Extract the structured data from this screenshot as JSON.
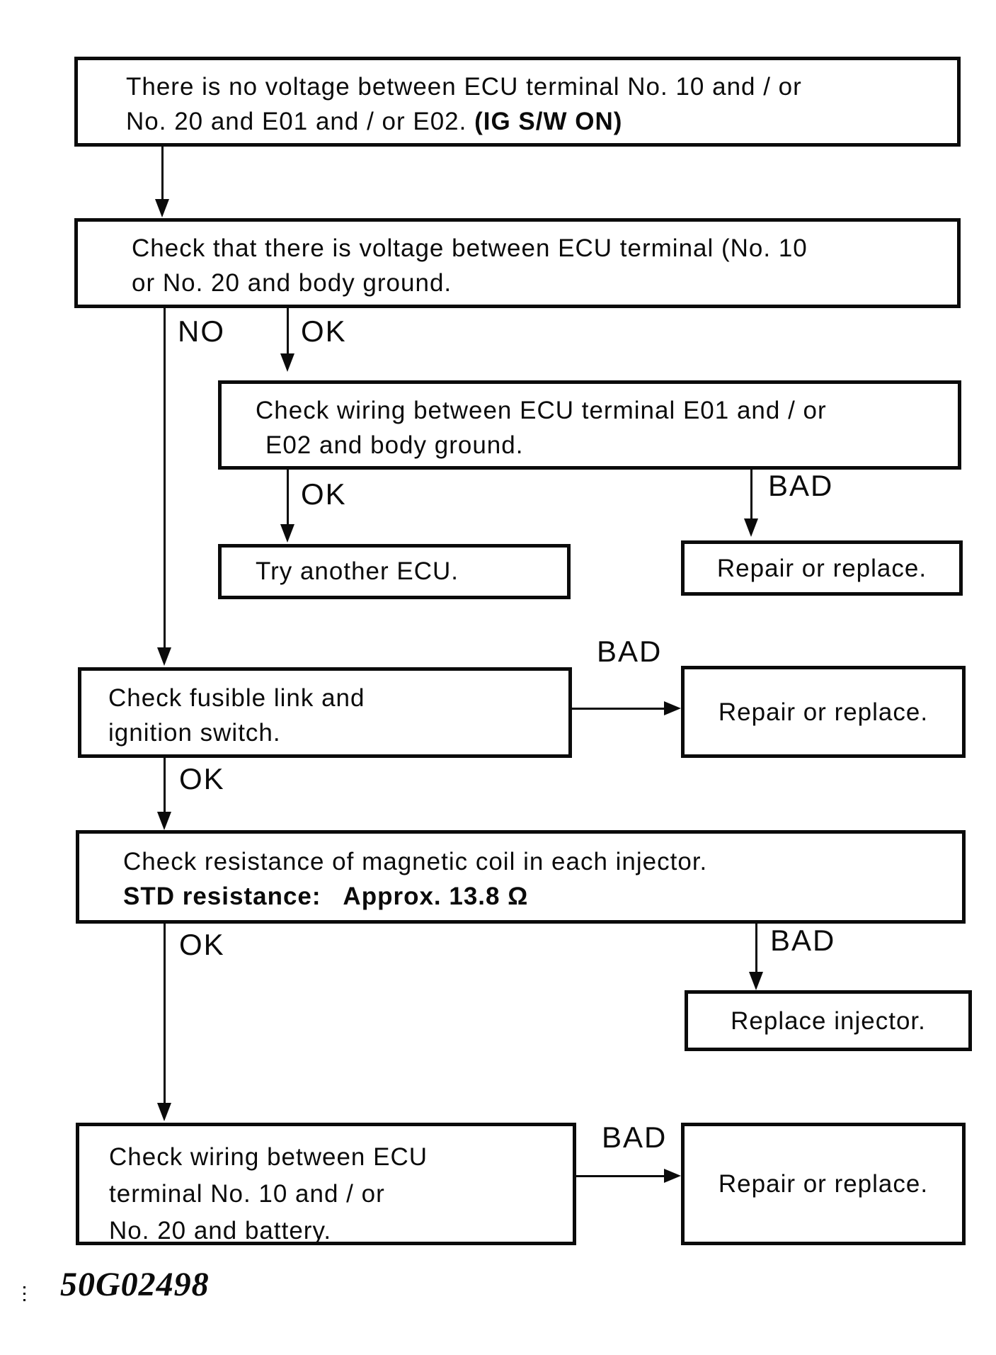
{
  "diagram": {
    "labels": {
      "no": "NO",
      "ok": "OK",
      "bad": "BAD"
    },
    "nodes": {
      "start": {
        "line1": "There is no voltage between ECU terminal No. 10 and / or",
        "line2_normal": "No. 20 and E01 and / or E02. ",
        "line2_bold": "(IG S/W ON)"
      },
      "check_voltage": {
        "line1": "Check that there is voltage between ECU terminal (No. 10",
        "line2": "or No. 20 and body ground."
      },
      "check_wiring_e01": {
        "line1": "Check wiring between ECU terminal E01 and / or",
        "line2": "E02 and body ground."
      },
      "try_ecu": {
        "line1": "Try another ECU."
      },
      "repair_1": {
        "line1": "Repair or replace."
      },
      "check_fusible": {
        "line1": "Check fusible link and",
        "line2": "ignition switch."
      },
      "repair_2": {
        "line1": "Repair or replace."
      },
      "check_resistance": {
        "line1": "Check resistance of magnetic coil in each injector.",
        "line2_bold": "STD resistance:   Approx. 13.8 Ω"
      },
      "replace_injector": {
        "line1": "Replace injector."
      },
      "check_wiring_battery": {
        "line1": "Check wiring between ECU",
        "line2": "terminal No. 10 and / or",
        "line3": "No. 20 and battery."
      },
      "repair_3": {
        "line1": "Repair or replace."
      }
    },
    "caption": "50G02498"
  }
}
